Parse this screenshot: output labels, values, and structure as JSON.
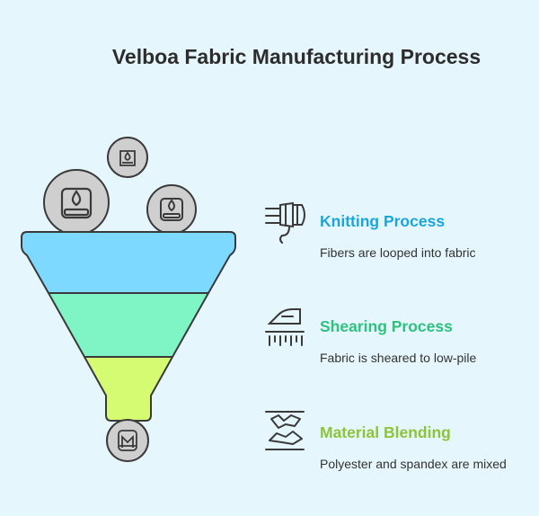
{
  "title": "Velboa Fabric Manufacturing Process",
  "colors": {
    "background": "#e6f6fd",
    "funnel_top": "#7dd9ff",
    "funnel_middle": "#7ff5c5",
    "funnel_bottom": "#d5fb72",
    "knitting_title": "#1aa6dc",
    "shearing_title": "#2ec27e",
    "blending_title": "#8cc43a"
  },
  "steps": [
    {
      "title": "Knitting Process",
      "description": "Fibers are looped into fabric",
      "icon": "yarn-knitting-icon"
    },
    {
      "title": "Shearing Process",
      "description": "Fabric is sheared to low-pile",
      "icon": "shearing-machine-icon"
    },
    {
      "title": "Material Blending",
      "description": "Polyester and spandex are mixed",
      "icon": "blending-icon"
    }
  ],
  "inputs": [
    {
      "icon": "fabric-material-icon"
    },
    {
      "icon": "fabric-material-icon"
    },
    {
      "icon": "fabric-material-icon"
    }
  ],
  "output": {
    "icon": "finished-fabric-icon"
  }
}
